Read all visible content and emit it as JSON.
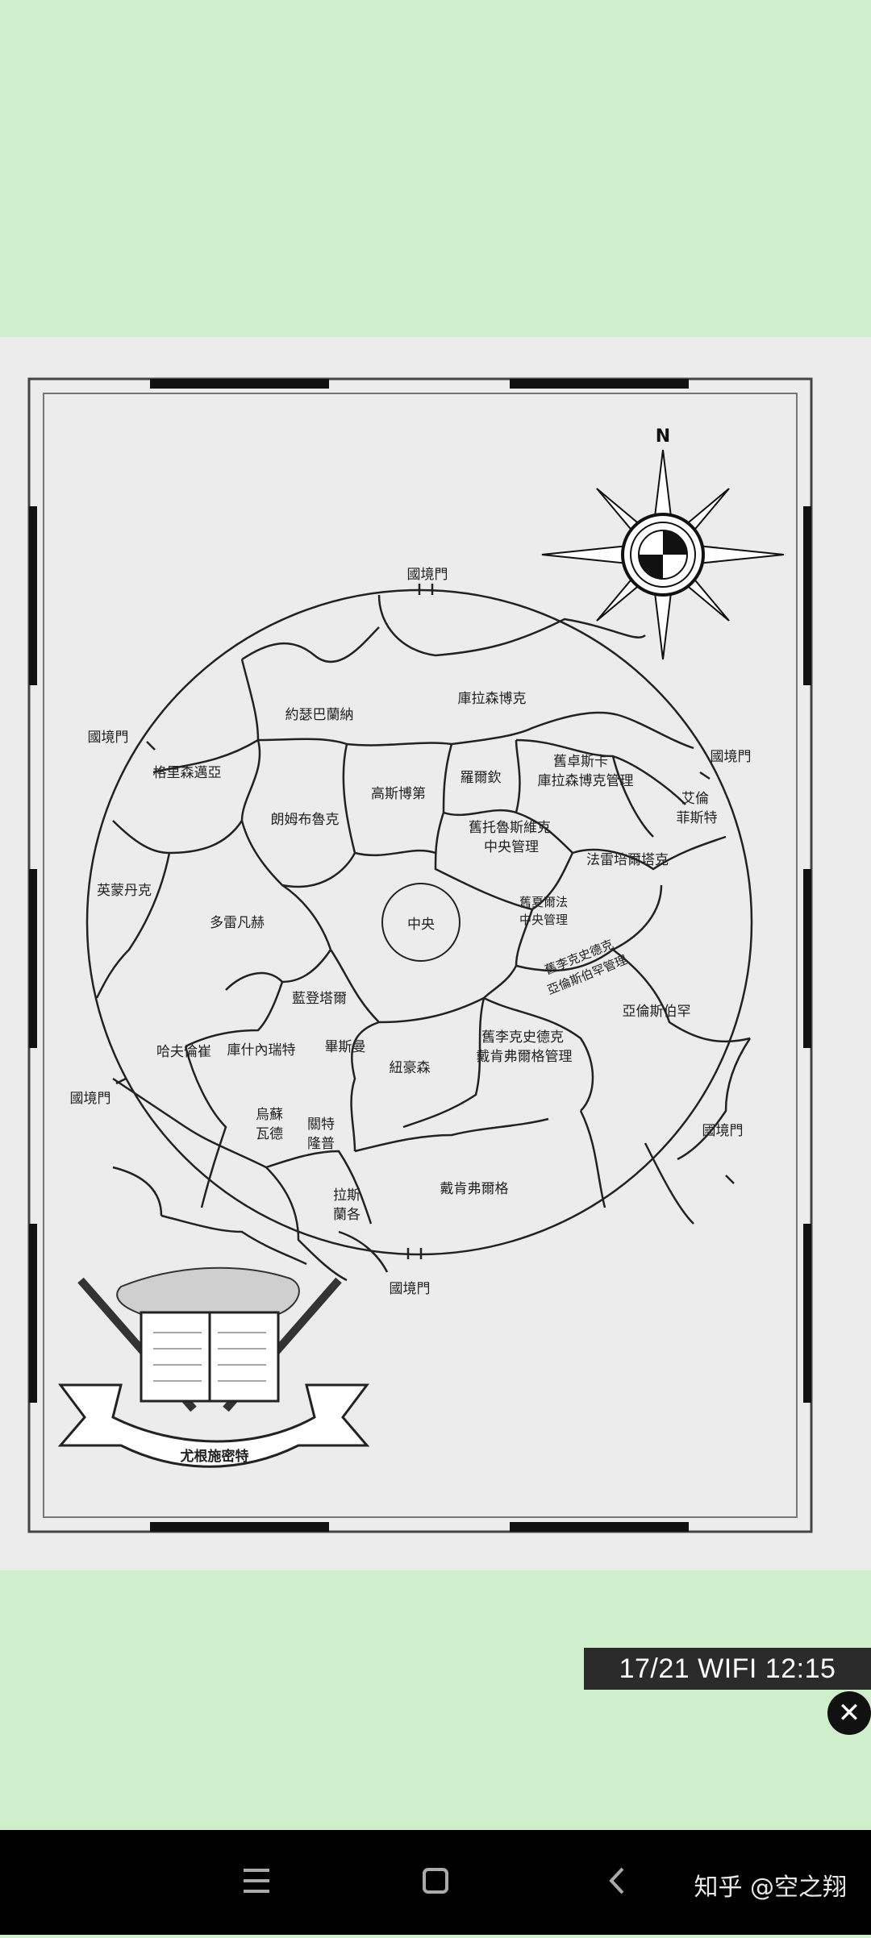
{
  "map": {
    "labels": {
      "gate_top": "國境門",
      "gate_left_top": "國境門",
      "gate_right_top": "國境門",
      "gate_left_bottom": "國境門",
      "gate_right_bottom": "國境門",
      "gate_bottom": "國境門",
      "c1": "庫拉森博克",
      "c2": "約瑟巴蘭納",
      "c3": "格里森邁亞",
      "c4": "羅爾欽",
      "c5a": "舊卓斯卡",
      "c5b": "庫拉森博克管理",
      "c6a": "艾倫",
      "c6b": "菲斯特",
      "c7": "朗姆布魯克",
      "c8": "高斯博第",
      "c9a": "舊托魯斯維克",
      "c9b": "中央管理",
      "c10": "法雷培爾塔克",
      "c11": "英蒙丹克",
      "c12": "多雷凡赫",
      "c13": "中央",
      "c14a": "舊夏爾法",
      "c14b": "中央管理",
      "c15a": "舊李克史德克",
      "c15b": "亞倫斯伯罕管理",
      "c16": "藍登塔爾",
      "c17": "亞倫斯伯罕",
      "c18": "哈夫倫崔",
      "c19": "庫什內瑞特",
      "c20": "畢斯曼",
      "c21a": "舊李克史德克",
      "c21b": "戴肯弗爾格管理",
      "c22": "紐豪森",
      "c23a": "烏蘇",
      "c23b": "瓦德",
      "c24a": "關特",
      "c24b": "隆普",
      "c25a": "拉斯",
      "c25b": "蘭各",
      "c26": "戴肯弗爾格",
      "emblem": "尤根施密特"
    }
  },
  "status": {
    "text": "17/21 WIFI 12:15"
  },
  "close": {
    "glyph": "✕"
  },
  "nav": {
    "menu_icon": "menu-icon",
    "home_icon": "home-square-icon",
    "back_icon": "back-chevron-icon"
  },
  "watermark": {
    "text": "知乎 @空之翔"
  }
}
